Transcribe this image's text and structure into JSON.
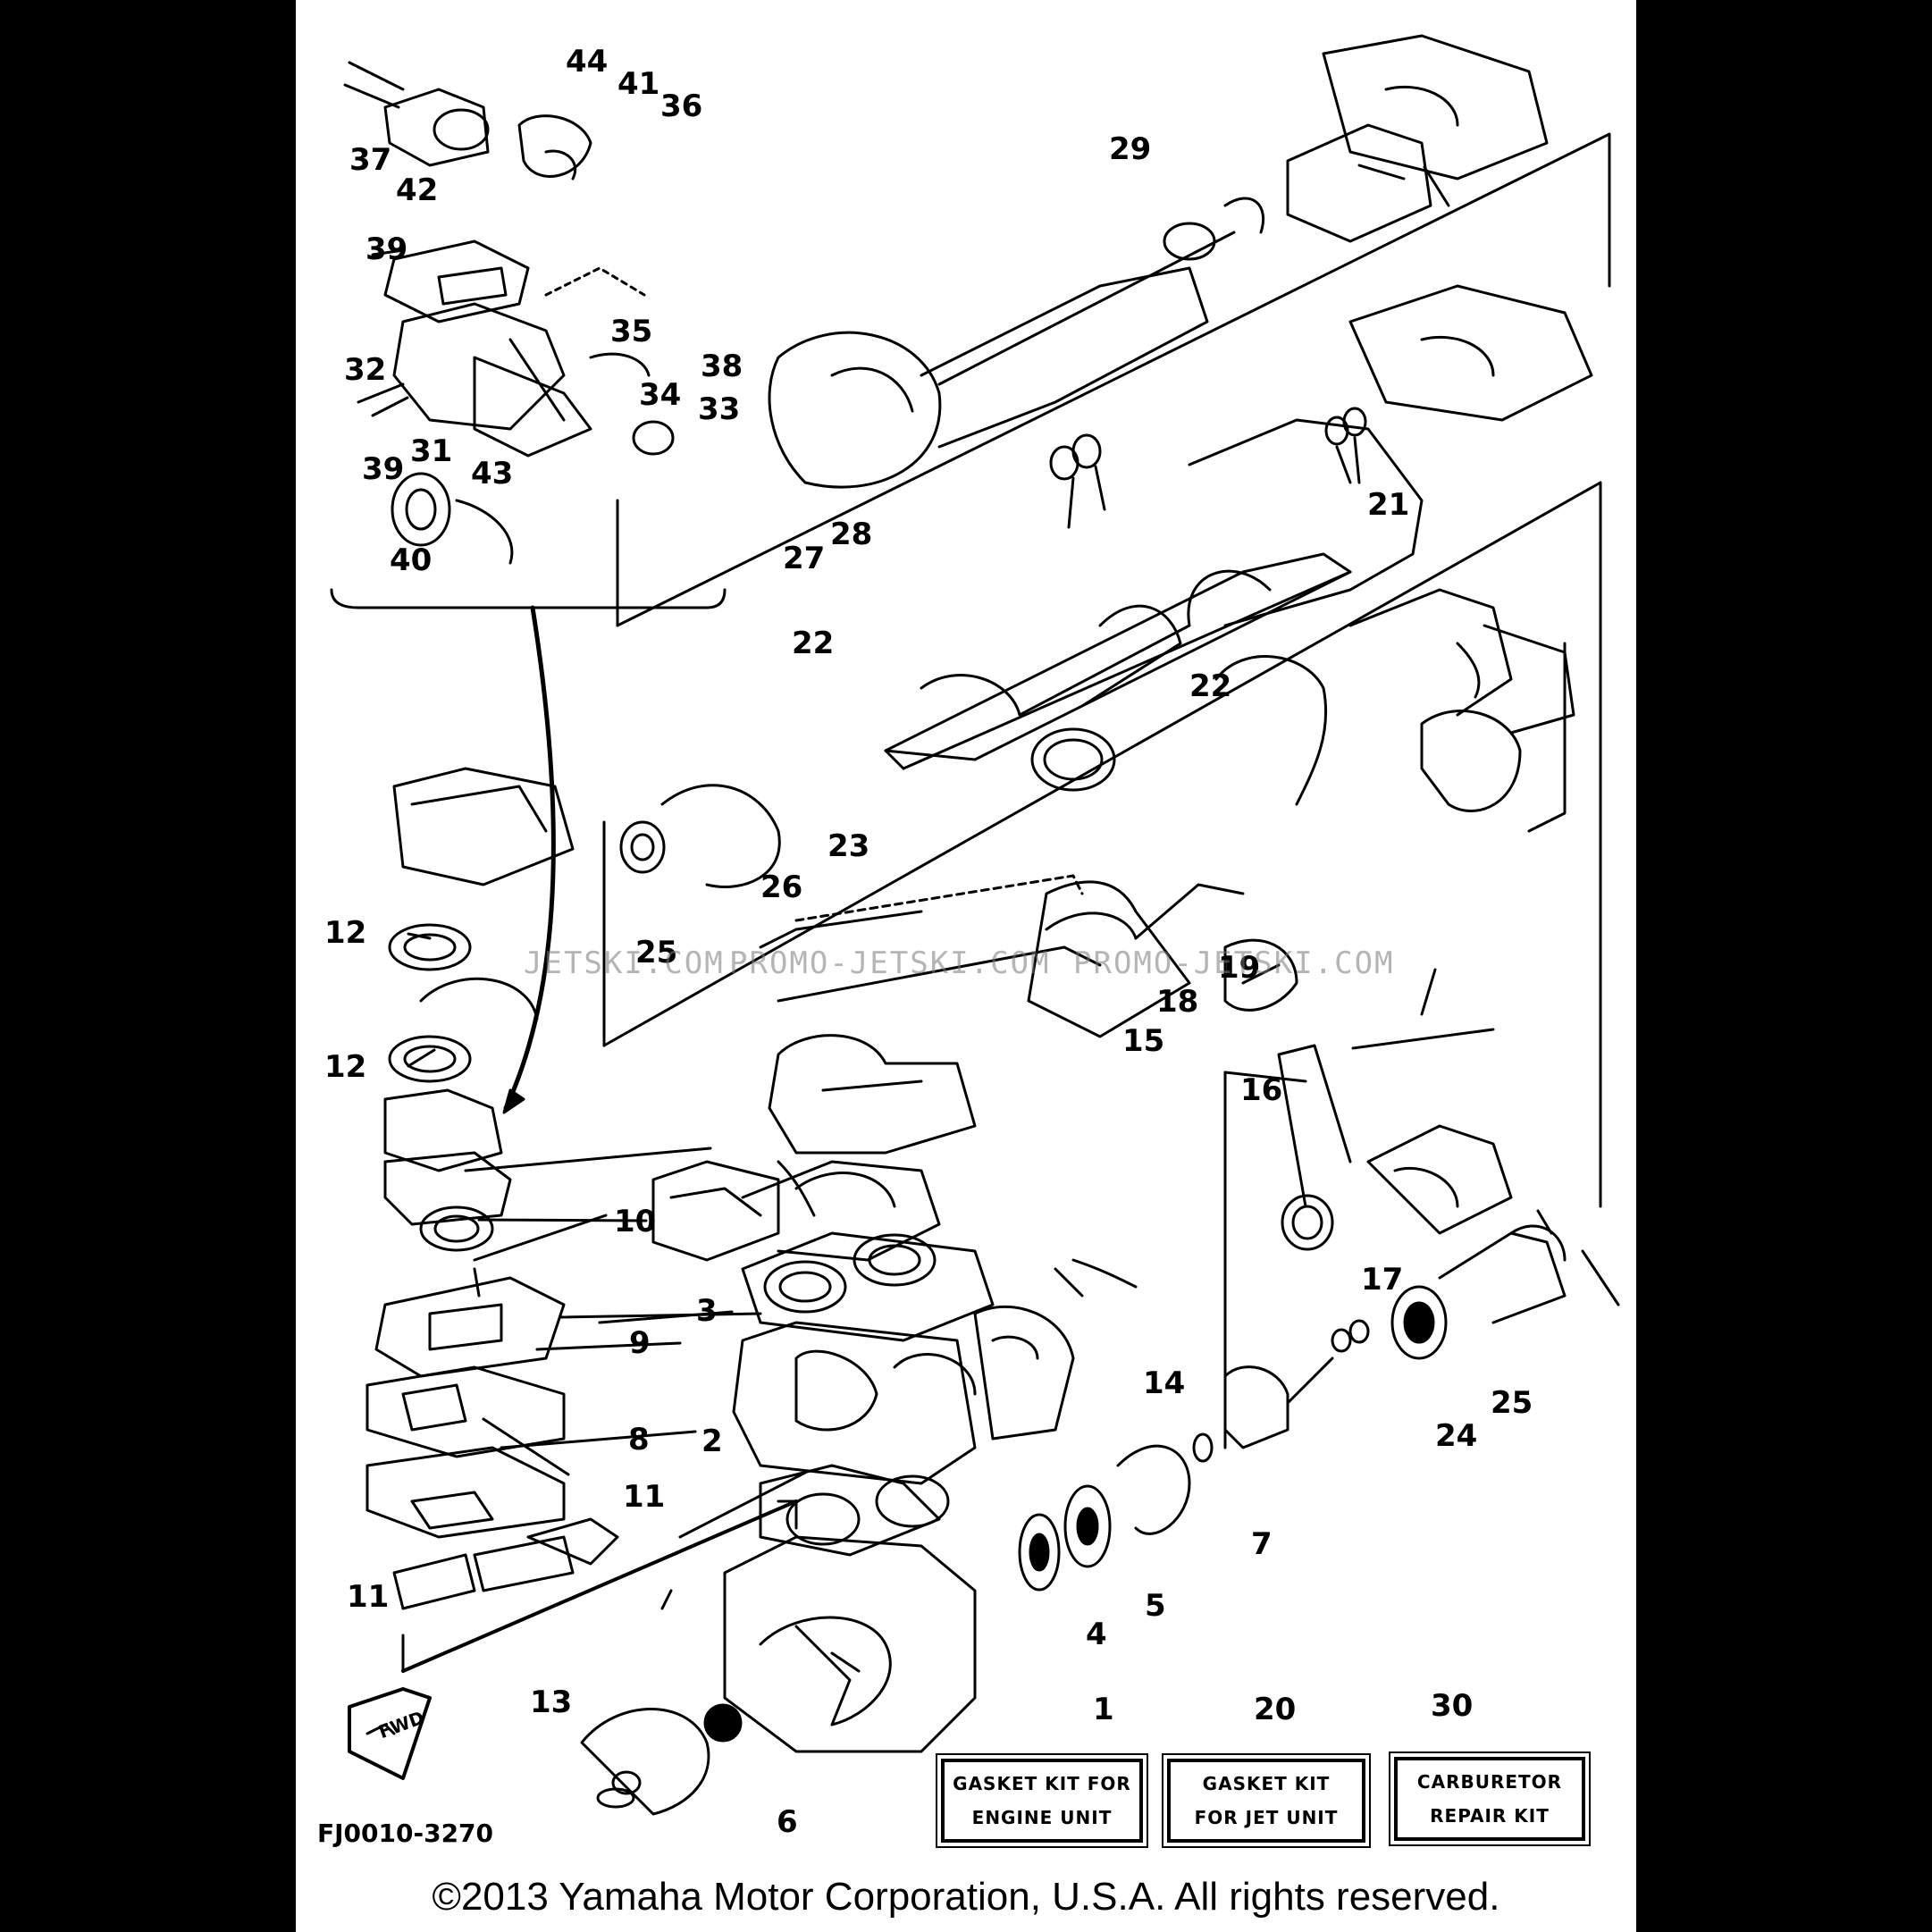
{
  "diagram": {
    "part_code": "FJ0010-3270",
    "copyright": "©2013 Yamaha Motor Corporation, U.S.A. All rights reserved.",
    "watermarks": [
      "JETSKI.COM",
      "PROMO-JETSKI.COM",
      "PROMO-JETSKI.COM"
    ],
    "callouts": [
      {
        "id": "c44",
        "label": "44"
      },
      {
        "id": "c41",
        "label": "41"
      },
      {
        "id": "c36",
        "label": "36"
      },
      {
        "id": "c37",
        "label": "37"
      },
      {
        "id": "c42",
        "label": "42"
      },
      {
        "id": "c39a",
        "label": "39"
      },
      {
        "id": "c35",
        "label": "35"
      },
      {
        "id": "c38",
        "label": "38"
      },
      {
        "id": "c32",
        "label": "32"
      },
      {
        "id": "c34",
        "label": "34"
      },
      {
        "id": "c33",
        "label": "33"
      },
      {
        "id": "c39b",
        "label": "39"
      },
      {
        "id": "c31",
        "label": "31"
      },
      {
        "id": "c43",
        "label": "43"
      },
      {
        "id": "c40",
        "label": "40"
      },
      {
        "id": "c29",
        "label": "29"
      },
      {
        "id": "c27",
        "label": "27"
      },
      {
        "id": "c28",
        "label": "28"
      },
      {
        "id": "c21",
        "label": "21"
      },
      {
        "id": "c22a",
        "label": "22"
      },
      {
        "id": "c22b",
        "label": "22"
      },
      {
        "id": "c23",
        "label": "23"
      },
      {
        "id": "c26",
        "label": "26"
      },
      {
        "id": "c25a",
        "label": "25"
      },
      {
        "id": "c18",
        "label": "18"
      },
      {
        "id": "c19",
        "label": "19"
      },
      {
        "id": "c12a",
        "label": "12"
      },
      {
        "id": "c12b",
        "label": "12"
      },
      {
        "id": "c15",
        "label": "15"
      },
      {
        "id": "c16",
        "label": "16"
      },
      {
        "id": "c10",
        "label": "10"
      },
      {
        "id": "c17",
        "label": "17"
      },
      {
        "id": "c3",
        "label": "3"
      },
      {
        "id": "c14",
        "label": "14"
      },
      {
        "id": "c9",
        "label": "9"
      },
      {
        "id": "c25b",
        "label": "25"
      },
      {
        "id": "c24",
        "label": "24"
      },
      {
        "id": "c2",
        "label": "2"
      },
      {
        "id": "c8",
        "label": "8"
      },
      {
        "id": "c11a",
        "label": "11"
      },
      {
        "id": "c7",
        "label": "7"
      },
      {
        "id": "c11b",
        "label": "11"
      },
      {
        "id": "c5",
        "label": "5"
      },
      {
        "id": "c4",
        "label": "4"
      },
      {
        "id": "c13",
        "label": "13"
      },
      {
        "id": "c6",
        "label": "6"
      },
      {
        "id": "c1",
        "label": "1"
      },
      {
        "id": "c20",
        "label": "20"
      },
      {
        "id": "c30",
        "label": "30"
      }
    ],
    "kits": [
      {
        "id": "kit1",
        "number": "1",
        "line1": "GASKET KIT FOR",
        "line2": "ENGINE UNIT"
      },
      {
        "id": "kit20",
        "number": "20",
        "line1": "GASKET KIT",
        "line2": "FOR JET UNIT"
      },
      {
        "id": "kit30",
        "number": "30",
        "line1": "CARBURETOR",
        "line2": "REPAIR KIT"
      }
    ],
    "fwd_label": "FWD"
  }
}
